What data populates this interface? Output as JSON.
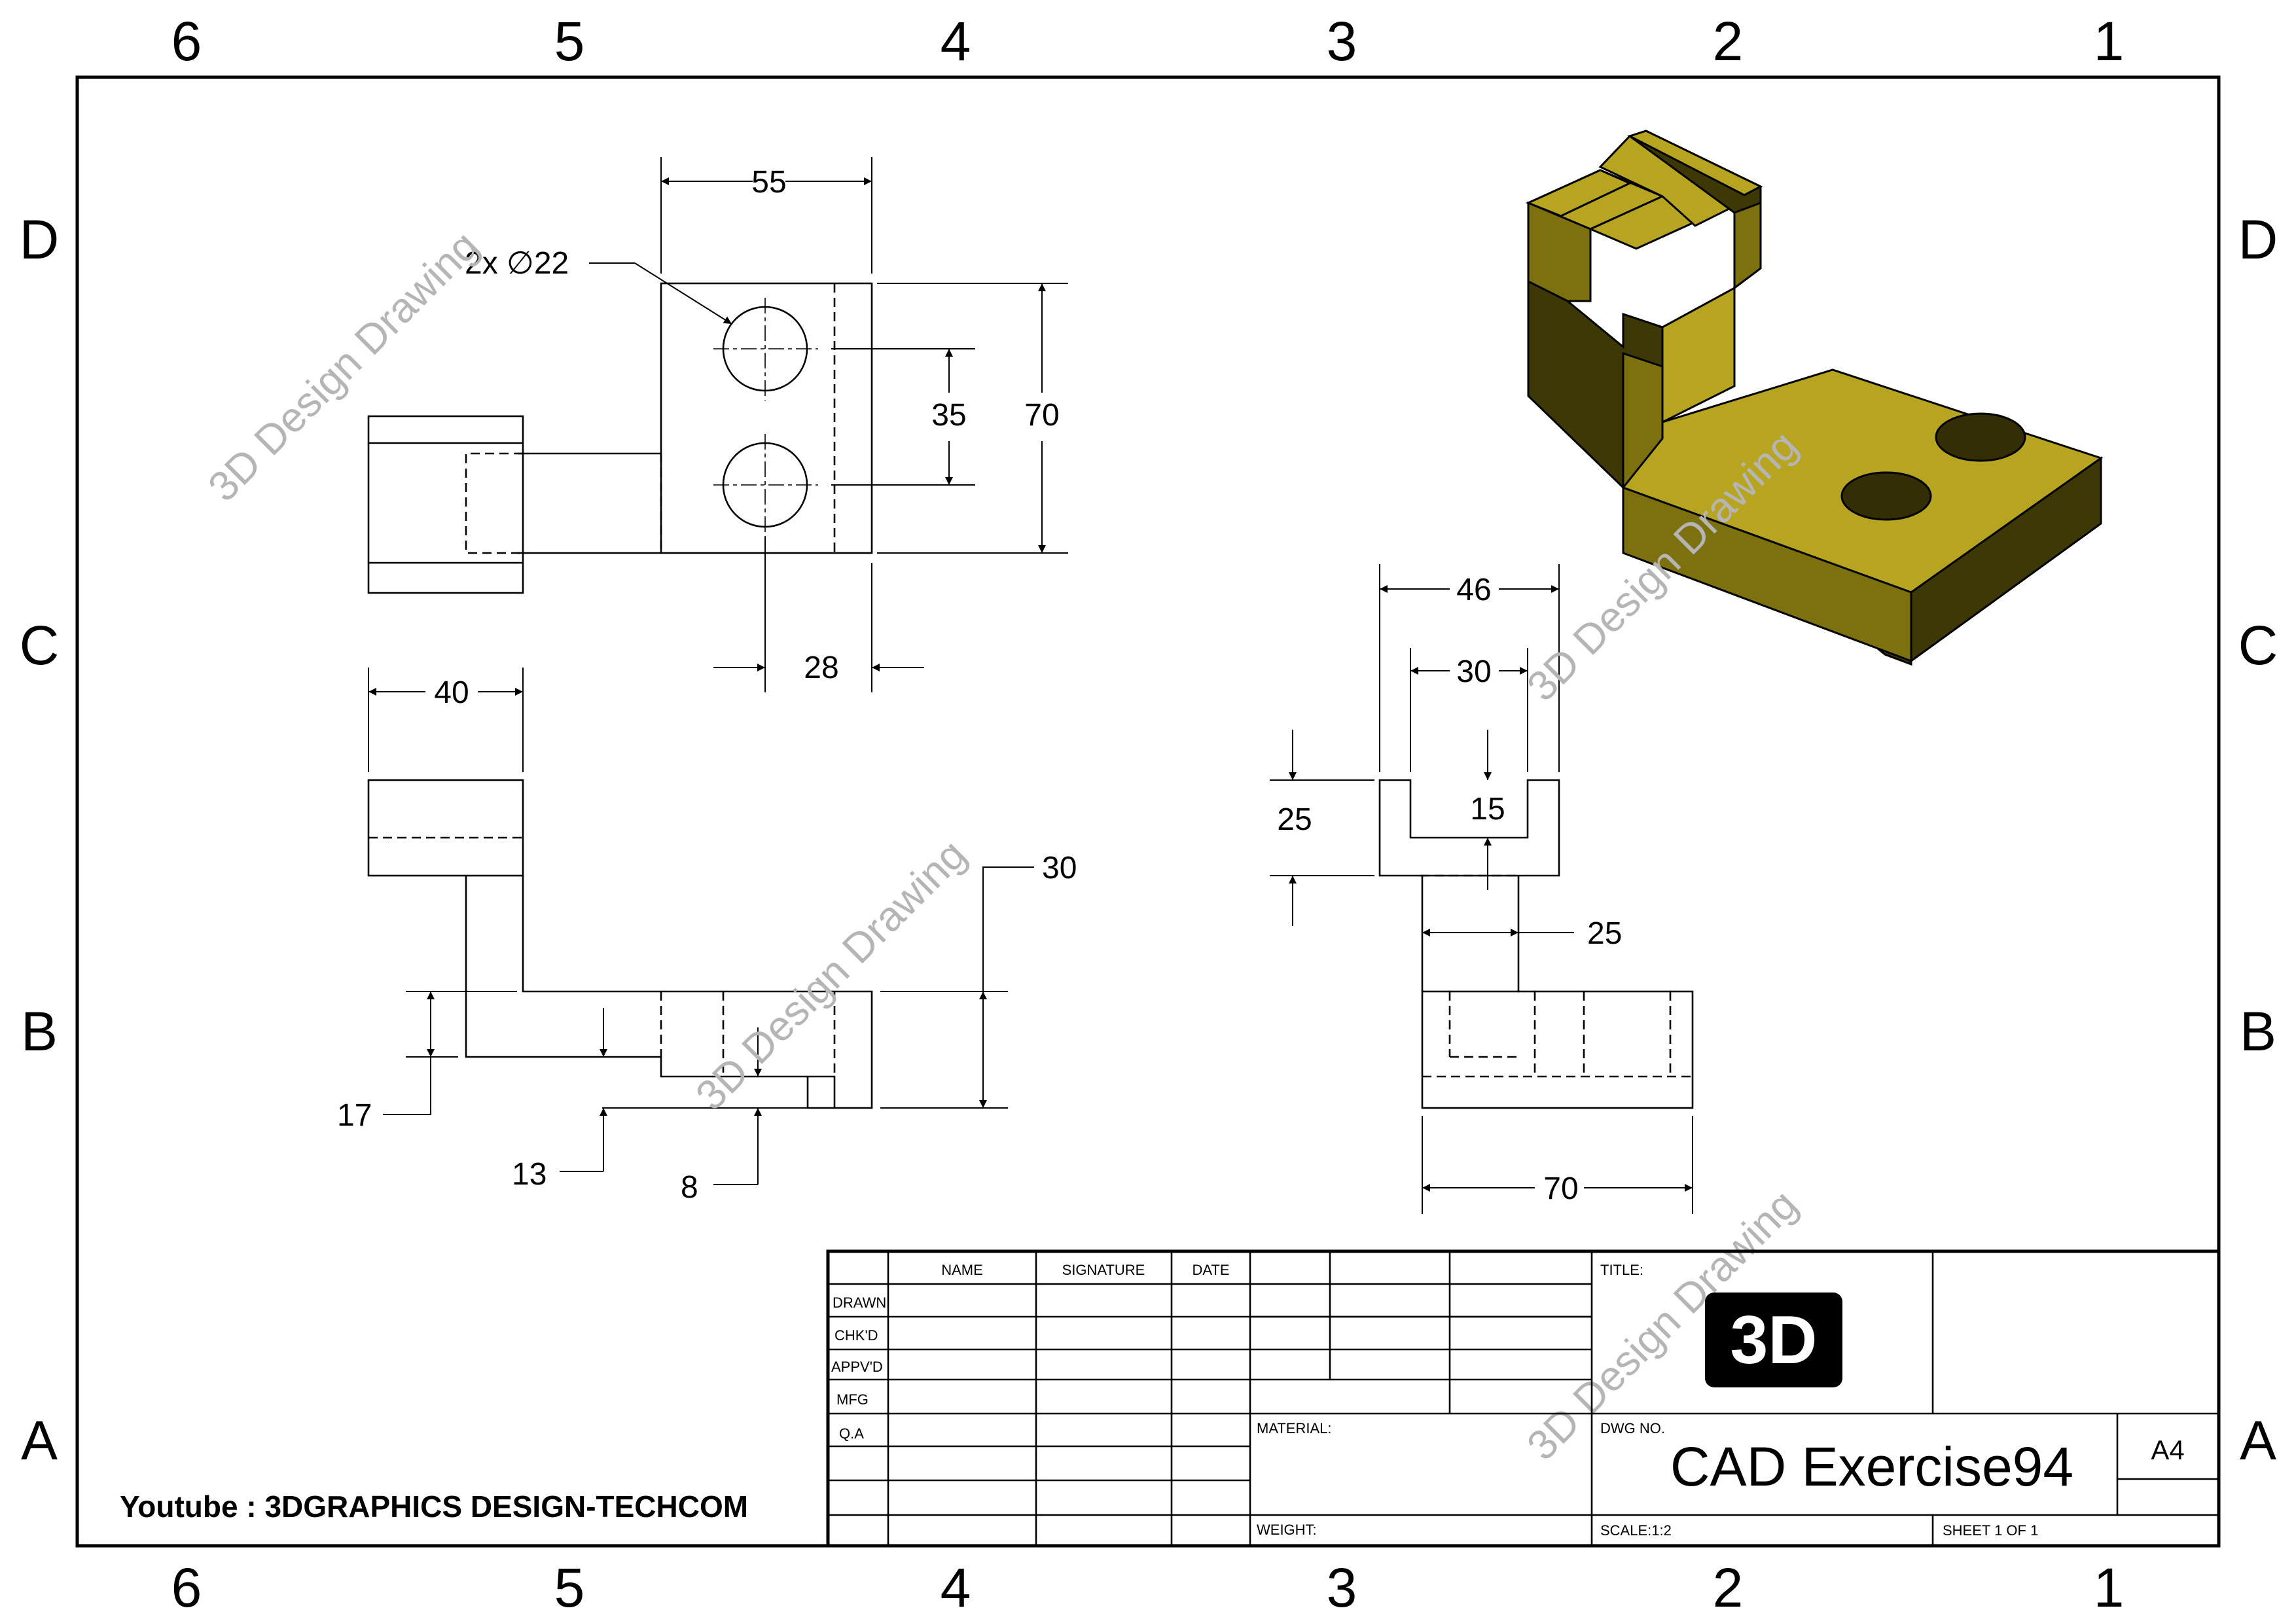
{
  "sheet": {
    "column_zones": [
      "6",
      "5",
      "4",
      "3",
      "2",
      "1"
    ],
    "row_zones": [
      "D",
      "C",
      "B",
      "A"
    ]
  },
  "dimensions": {
    "top_width": "55",
    "hole_callout": "2x ∅22",
    "hole_spacing": "35",
    "top_height": "70",
    "hole_offset": "28",
    "front_width": "40",
    "front_height": "30",
    "front_step1": "17",
    "front_step2": "13",
    "front_step3": "8",
    "side_width": "46",
    "side_slot": "30",
    "side_top": "25",
    "side_slot_depth": "15",
    "side_rib": "25",
    "side_base": "70"
  },
  "watermark": "3D Design Drawing",
  "youtube_credit": "Youtube : 3DGRAPHICS DESIGN-TECHCOM",
  "colors": {
    "model_top": "#b7a522",
    "model_front": "#7c700f",
    "model_dark": "#3e3806"
  },
  "title_block": {
    "headers": [
      "NAME",
      "SIGNATURE",
      "DATE"
    ],
    "rows": [
      "DRAWN",
      "CHK'D",
      "APPV'D",
      "MFG",
      "Q.A"
    ],
    "title_label": "TITLE:",
    "logo_text": "3D",
    "material_label": "MATERIAL:",
    "weight_label": "WEIGHT:",
    "dwg_no_label": "DWG NO.",
    "dwg_no": "CAD Exercise94",
    "size": "A4",
    "scale": "SCALE:1:2",
    "sheet": "SHEET 1 OF 1"
  }
}
